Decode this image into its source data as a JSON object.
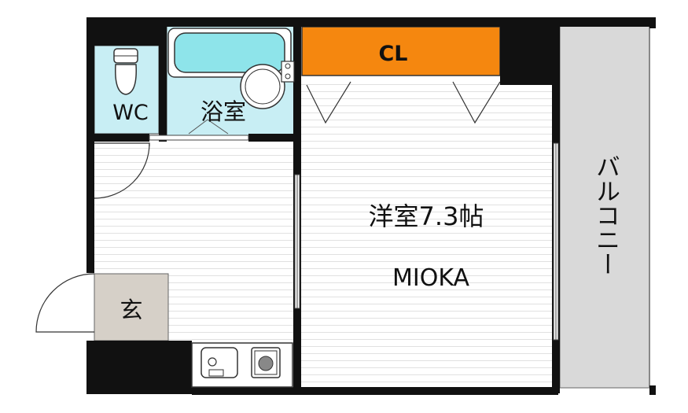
{
  "floorplan": {
    "rooms": {
      "wc": "WC",
      "bath": "浴室",
      "closet": "CL",
      "western_room": "洋室7.3帖",
      "entrance": "玄",
      "balcony": "バルコニー"
    },
    "watermark": "MIOKA",
    "colors": {
      "wall": "#111111",
      "wet_area": "#c8eef4",
      "bathtub_water": "#8ee4ea",
      "closet": "#f5870f",
      "entrance": "#d6d0c8",
      "balcony": "#d9d9d9",
      "floor_line": "#dcdcdc"
    },
    "icons": [
      "toilet-icon",
      "bathtub-icon",
      "washbasin-icon",
      "sink-icon",
      "stove-icon"
    ]
  }
}
